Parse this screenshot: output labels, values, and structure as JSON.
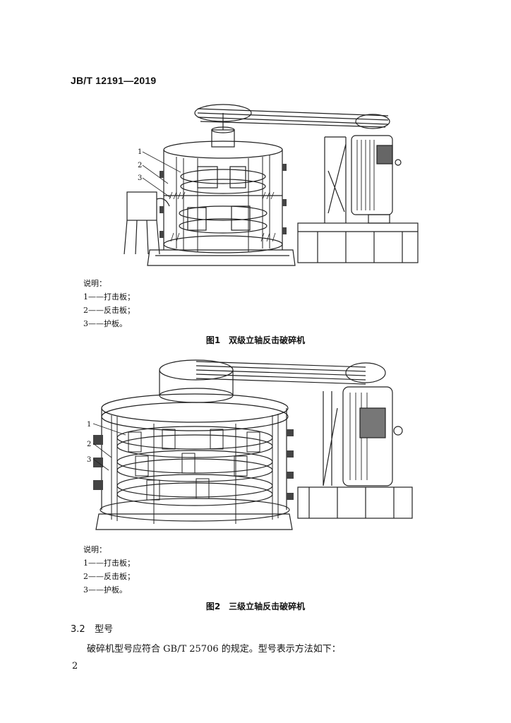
{
  "header": {
    "standard_code": "JB/T 12191—2019"
  },
  "figure1": {
    "callouts": [
      "1",
      "2",
      "3"
    ],
    "legend_title": "说明：",
    "legend_items": [
      "1——打击板；",
      "2——反击板；",
      "3——护板。"
    ],
    "caption": "图1　双级立轴反击破碎机"
  },
  "figure2": {
    "callouts": [
      "1",
      "2",
      "3"
    ],
    "legend_title": "说明：",
    "legend_items": [
      "1——打击板；",
      "2——反击板；",
      "3——护板。"
    ],
    "caption": "图2　三级立轴反击破碎机"
  },
  "section": {
    "number": "3.2",
    "title": "型号"
  },
  "body": {
    "paragraph": "破碎机型号应符合 GB/T 25706 的规定。型号表示方法如下："
  },
  "footer": {
    "page_number": "2"
  }
}
